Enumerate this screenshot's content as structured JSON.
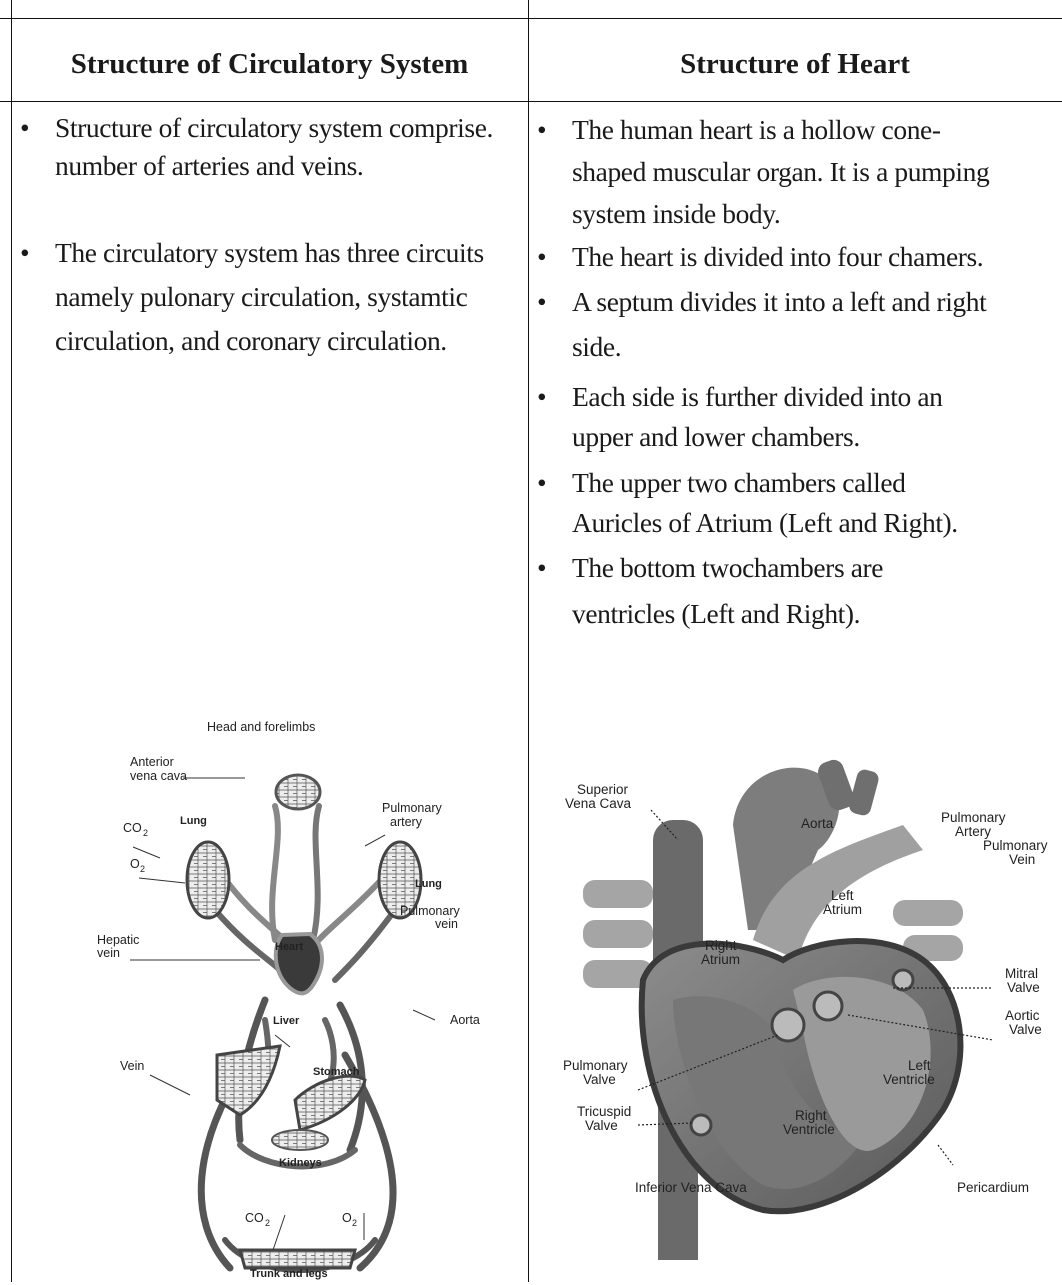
{
  "table": {
    "left_header": "Structure of Circulatory System",
    "right_header": "Structure of Heart"
  },
  "left_bullets": [
    {
      "lines": [
        "Structure of circulatory system comprise.",
        "number of arteries and veins."
      ]
    },
    {
      "lines": [
        "The circulatory system has three circuits",
        "namely pulonary circulation, systamtic",
        "circulation, and coronary circulation."
      ]
    }
  ],
  "right_bullets": [
    {
      "lines": [
        "The human heart is a hollow cone-",
        "shaped muscular organ. It is a pumping",
        "system inside body."
      ]
    },
    {
      "lines": [
        "The heart is divided into four chamers."
      ]
    },
    {
      "lines": [
        "A septum divides it into a left and right",
        "side."
      ]
    },
    {
      "lines": [
        "Each side is further divided into an",
        "upper and lower chambers."
      ]
    },
    {
      "lines": [
        "The upper two chambers called",
        "Auricles of Atrium (Left and Right)."
      ]
    },
    {
      "lines": [
        "The bottom twochambers are",
        "ventricles (Left and Right)."
      ]
    }
  ],
  "circulation_diagram": {
    "labels": {
      "head": "Head and forelimbs",
      "anterior1": "Anterior",
      "anterior2": "vena cava",
      "lung_left": "Lung",
      "lung_right": "Lung",
      "co2": "CO",
      "co2_sub": "2",
      "o2": "O",
      "o2_sub": "2",
      "pulm_artery1": "Pulmonary",
      "pulm_artery2": "artery",
      "pulm_vein1": "Pulmonary",
      "pulm_vein2": "vein",
      "heart": "Heart",
      "hepatic1": "Hepatic",
      "hepatic2": "vein",
      "liver": "Liver",
      "aorta": "Aorta",
      "stomach": "Stomach",
      "vein": "Vein",
      "kidneys": "Kidneys",
      "co2_b": "CO",
      "co2_b_sub": "2",
      "o2_b": "O",
      "o2_b_sub": "2",
      "trunk": "Trunk and legs"
    }
  },
  "heart_diagram": {
    "labels": {
      "svc1": "Superior",
      "svc2": "Vena Cava",
      "aorta": "Aorta",
      "pa1": "Pulmonary",
      "pa2": "Artery",
      "pv1": "Pulmonary",
      "pv2": "Vein",
      "la1": "Left",
      "la2": "Atrium",
      "ra1": "Right",
      "ra2": "Atrium",
      "mitral1": "Mitral",
      "mitral2": "Valve",
      "aortic1": "Aortic",
      "aortic2": "Valve",
      "pulmv1": "Pulmonary",
      "pulmv2": "Valve",
      "lv1": "Left",
      "lv2": "Ventricle",
      "tric1": "Tricuspid",
      "tric2": "Valve",
      "rv1": "Right",
      "rv2": "Ventricle",
      "ivc": "Inferior Vena Cava",
      "peri": "Pericardium"
    }
  }
}
